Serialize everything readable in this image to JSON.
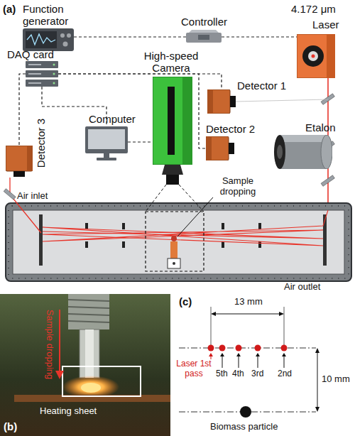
{
  "diagram": {
    "nodes": [
      {
        "text": [
          "Function generator"
        ]
      },
      {
        "text": [
          "DAQ card"
        ]
      },
      {
        "text": [
          "Computer"
        ]
      },
      {
        "text": [
          "High-speed Camera"
        ]
      },
      {
        "text": [
          "Controller"
        ]
      },
      {
        "text": [
          "4.172 μm",
          "Laser"
        ]
      },
      {
        "text": [
          "Detector 1"
        ]
      },
      {
        "text": [
          "Etalon"
        ]
      },
      {
        "text": [
          "Detector 2"
        ]
      },
      {
        "text": [
          "Detector 3"
        ]
      }
    ],
    "edges": [
      {
        "from": 0,
        "to": 4,
        "arrow": "none"
      },
      {
        "from": 4,
        "to": 5,
        "arrow": "none"
      },
      {
        "from": 1,
        "to": 6,
        "arrow": "none"
      },
      {
        "from": 1,
        "to": 8,
        "arrow": "none"
      },
      {
        "from": 1,
        "to": 9,
        "arrow": "none"
      },
      {
        "from": 1,
        "to": 2,
        "arrow": "none"
      },
      {
        "from": 2,
        "to": 3,
        "arrow": "none"
      }
    ],
    "labels": [
      "(a)",
      "Sample dropping",
      "Air inlet",
      "Air outlet",
      "(b)",
      "Sample dropping",
      "Heating sheet",
      "(c)",
      "13 mm",
      "Laser 1st pass",
      "5th",
      "4th",
      "3rd",
      "2nd",
      "10 mm",
      "Biomass particle"
    ]
  }
}
